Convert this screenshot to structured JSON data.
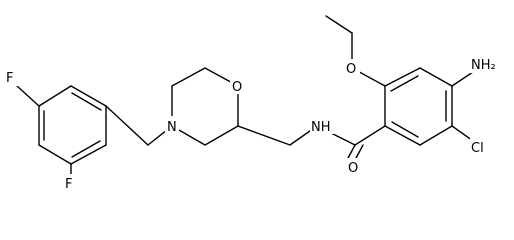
{
  "atoms": [
    {
      "symbol": "F"
    },
    {
      "symbol": "F"
    },
    {
      "symbol": "N"
    },
    {
      "symbol": "O"
    },
    {
      "symbol": "NH"
    },
    {
      "symbol": "O"
    },
    {
      "symbol": "O"
    },
    {
      "symbol": "NH₂"
    },
    {
      "symbol": "Cl"
    }
  ]
}
